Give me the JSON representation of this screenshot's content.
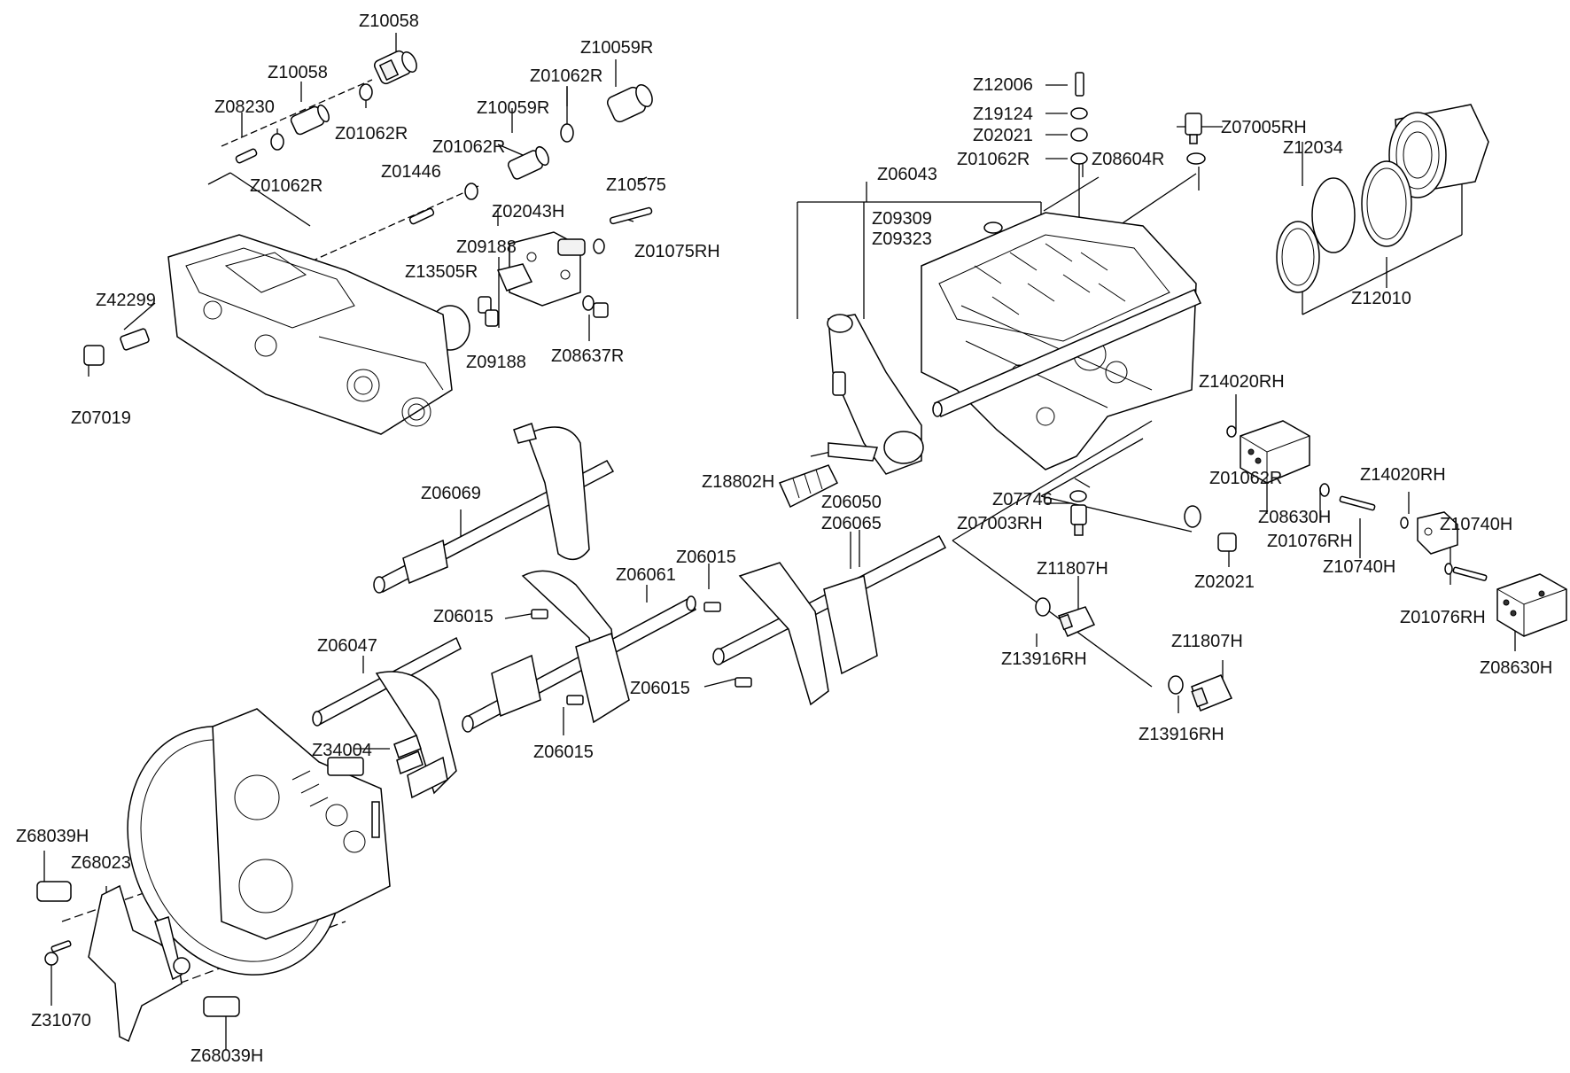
{
  "diagram": {
    "part_labels": [
      "Z10058",
      "Z10058",
      "Z08230",
      "Z01062R",
      "Z01062R",
      "Z10059R",
      "Z01062R",
      "Z10059R",
      "Z01062R",
      "Z01446",
      "Z10575",
      "Z02043H",
      "Z01075RH",
      "Z09188",
      "Z13505R",
      "Z42299",
      "Z08637R",
      "Z09188",
      "Z07019",
      "Z12006",
      "Z19124",
      "Z02021",
      "Z01062R",
      "Z08604R",
      "Z07005RH",
      "Z12034",
      "Z12010",
      "Z06043",
      "Z09309",
      "Z09323",
      "Z14020RH",
      "Z06069",
      "Z18802H",
      "Z06050",
      "Z06065",
      "Z07746",
      "Z07003RH",
      "Z01062R",
      "Z08630H",
      "Z14020RH",
      "Z01076RH",
      "Z10740H",
      "Z10740H",
      "Z02021",
      "Z01076RH",
      "Z08630H",
      "Z06015",
      "Z06061",
      "Z06015",
      "Z11807H",
      "Z06047",
      "Z06015",
      "Z13916RH",
      "Z11807H",
      "Z06015",
      "Z34004",
      "Z13916RH",
      "Z68039H",
      "Z68023",
      "Z31070",
      "Z68039H"
    ]
  }
}
